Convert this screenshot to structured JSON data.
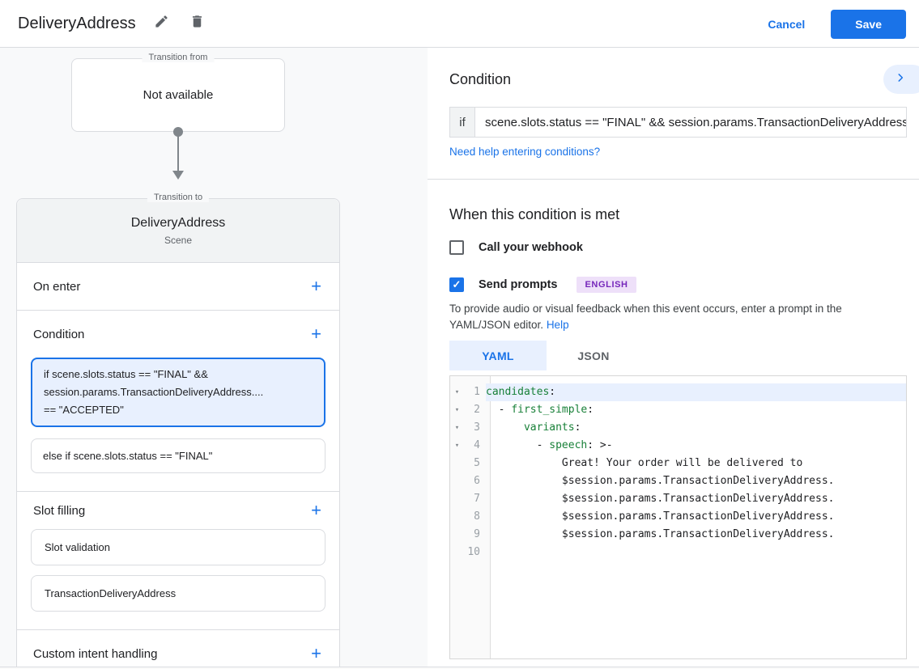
{
  "colors": {
    "accent_blue": "#1a73e8",
    "selected_bg": "#e8f0fe",
    "yaml_key_green": "#188038",
    "badge_purple": "#7627bb",
    "canvas_gray": "#f8f9fa"
  },
  "header": {
    "title": "DeliveryAddress",
    "cancel_label": "Cancel",
    "save_label": "Save"
  },
  "diagram": {
    "transition_from": {
      "legend": "Transition from",
      "value": "Not available"
    },
    "transition_to": {
      "legend": "Transition to",
      "title": "DeliveryAddress",
      "subtitle": "Scene"
    },
    "sections": {
      "on_enter": {
        "label": "On enter"
      },
      "condition": {
        "label": "Condition",
        "selected_condition": "if scene.slots.status == \"FINAL\" &&\nsession.params.TransactionDeliveryAddress....\n== \"ACCEPTED\"",
        "else_condition": "else if scene.slots.status == \"FINAL\""
      },
      "slot_filling": {
        "label": "Slot filling",
        "items": [
          "Slot validation",
          "TransactionDeliveryAddress"
        ]
      },
      "custom_intent": {
        "label": "Custom intent handling"
      }
    }
  },
  "panel": {
    "condition_heading": "Condition",
    "if_prefix": "if",
    "if_value": "scene.slots.status == \"FINAL\" && session.params.TransactionDeliveryAddress",
    "help_link": "Need help entering conditions?",
    "when_heading": "When this condition is met",
    "webhook": {
      "label": "Call your webhook",
      "checked": false
    },
    "prompts": {
      "label": "Send prompts",
      "checked": true,
      "badge": "ENGLISH"
    },
    "hint_text": "To provide audio or visual feedback when this event occurs, enter a prompt in the YAML/JSON editor.",
    "hint_link": "Help",
    "tabs": [
      {
        "label": "YAML",
        "active": true
      },
      {
        "label": "JSON",
        "active": false
      }
    ],
    "editor": {
      "lines": [
        {
          "n": 1,
          "fold": true,
          "active": true,
          "segments": [
            [
              "key",
              "candidates"
            ],
            [
              "plain",
              ":"
            ]
          ]
        },
        {
          "n": 2,
          "fold": true,
          "segments": [
            [
              "plain",
              "  - "
            ],
            [
              "key",
              "first_simple"
            ],
            [
              "plain",
              ":"
            ]
          ]
        },
        {
          "n": 3,
          "fold": true,
          "segments": [
            [
              "plain",
              "      "
            ],
            [
              "key",
              "variants"
            ],
            [
              "plain",
              ":"
            ]
          ]
        },
        {
          "n": 4,
          "fold": true,
          "segments": [
            [
              "plain",
              "        - "
            ],
            [
              "key",
              "speech"
            ],
            [
              "plain",
              ": >-"
            ]
          ]
        },
        {
          "n": 5,
          "segments": [
            [
              "plain",
              "            Great! Your order will be delivered to"
            ]
          ]
        },
        {
          "n": 6,
          "segments": [
            [
              "plain",
              "            $session.params.TransactionDeliveryAddress."
            ]
          ]
        },
        {
          "n": 7,
          "segments": [
            [
              "plain",
              "            $session.params.TransactionDeliveryAddress."
            ]
          ]
        },
        {
          "n": 8,
          "segments": [
            [
              "plain",
              "            $session.params.TransactionDeliveryAddress."
            ]
          ]
        },
        {
          "n": 9,
          "segments": [
            [
              "plain",
              "            $session.params.TransactionDeliveryAddress."
            ]
          ]
        },
        {
          "n": 10,
          "segments": []
        }
      ]
    }
  }
}
